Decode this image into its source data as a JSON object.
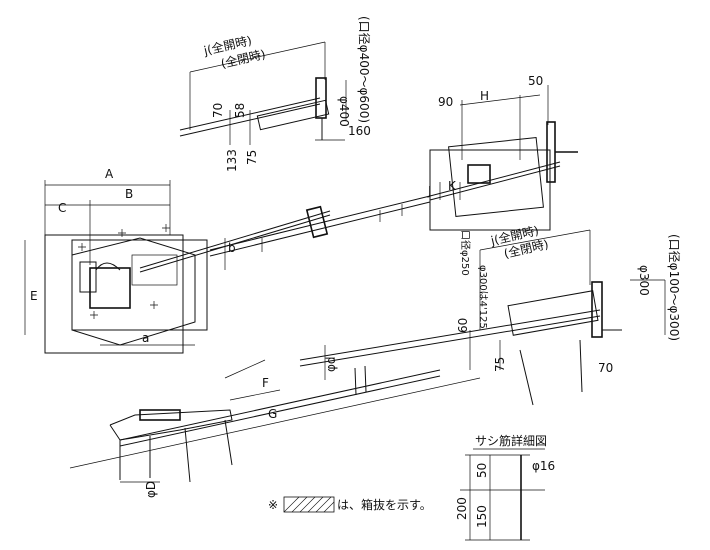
{
  "plan_view": {
    "dim_A": "A",
    "dim_B": "B",
    "dim_C": "C",
    "dim_E": "E",
    "dim_a": "a",
    "dim_b": "b"
  },
  "upper_detail": {
    "dim_j_open": "j(全開時)",
    "dim_j_closed": "(全閉時)",
    "dim_70": "70",
    "dim_58": "58",
    "dim_75": "75",
    "dim_133": "133",
    "dim_phi400": "φ400",
    "dim_160": "160",
    "caliber_note": "(口径φ400～φ600)"
  },
  "handle_detail": {
    "dim_90": "90",
    "dim_H": "H",
    "dim_50": "50",
    "dim_J": "J",
    "dim_K": "K"
  },
  "right_detail": {
    "dim_j_open": "j(全開時)",
    "dim_j_closed": "(全閉時)",
    "caliber_phi250": "口径φ250",
    "caliber_phi300": "φ300は4'125",
    "dim_60": "60",
    "dim_75": "75",
    "dim_phi300": "φ300",
    "dim_70": "70",
    "caliber_note": "(口径φ100～φ300)"
  },
  "section_view": {
    "dim_F": "F",
    "dim_G": "G",
    "dim_phiD": "φD",
    "dim_phid": "φd"
  },
  "detail_box": {
    "title": "サシ筋詳細図",
    "dim_phi16": "φ16",
    "dim_50": "50",
    "dim_200": "200",
    "dim_150": "150"
  },
  "legend": {
    "prefix": "※",
    "text": "は、箱抜を示す。"
  }
}
